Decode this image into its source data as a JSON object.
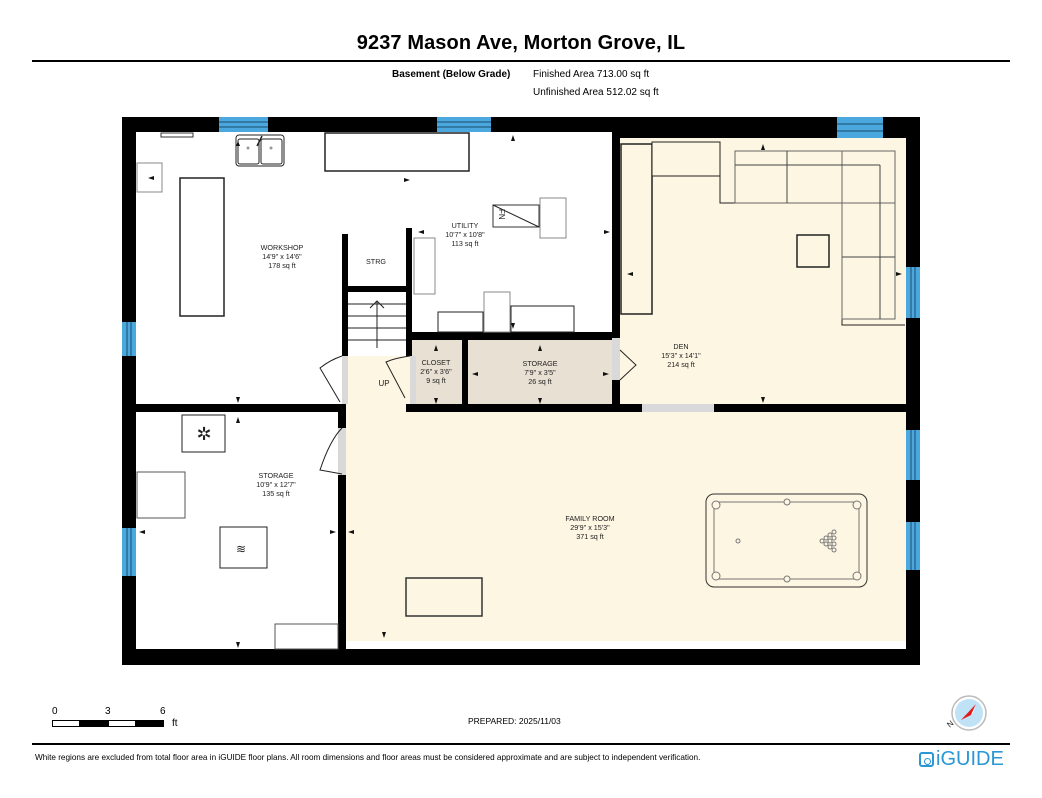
{
  "header": {
    "title": "9237 Mason Ave, Morton Grove, IL",
    "level": "Basement (Below Grade)",
    "finished_area": "Finished Area 713.00 sq ft",
    "unfinished_area": "Unfinished Area 512.02 sq ft"
  },
  "rooms": {
    "workshop": {
      "name": "WORKSHOP",
      "dims": "14'9\" x 14'6\"",
      "area": "178 sq ft"
    },
    "strg": {
      "name": "STRG"
    },
    "utility": {
      "name": "UTILITY",
      "dims": "10'7\" x 10'8\"",
      "area": "113 sq ft"
    },
    "den": {
      "name": "DEN",
      "dims": "15'3\" x 14'1\"",
      "area": "214 sq ft"
    },
    "closet": {
      "name": "CLOSET",
      "dims": "2'6\" x 3'6\"",
      "area": "9 sq ft"
    },
    "storage_small": {
      "name": "STORAGE",
      "dims": "7'9\" x 3'5\"",
      "area": "26 sq ft"
    },
    "storage_large": {
      "name": "STORAGE",
      "dims": "10'9\" x 12'7\"",
      "area": "135 sq ft"
    },
    "family_room": {
      "name": "FAMILY ROOM",
      "dims": "29'9\" x 15'3\"",
      "area": "371 sq ft"
    }
  },
  "labels": {
    "stairs": "UP",
    "furnace": "FN"
  },
  "scale": {
    "ticks": [
      "0",
      "3",
      "6"
    ],
    "unit": "ft"
  },
  "footer": {
    "prepared": "PREPARED: 2025/11/03",
    "disclaimer": "White regions are excluded from total floor area in iGUIDE floor plans. All room dimensions and floor areas must be considered approximate and are subject to independent verification.",
    "brand": "iGUIDE",
    "compass_label": "N"
  },
  "colors": {
    "wall": "#000000",
    "finished_floor": "#fdf6e3",
    "unfinished_floor": "#ffffff",
    "closet_floor": "#e8e0d2",
    "window": "#4aa8de",
    "doorway": "#d9d9d9",
    "brand": "#2a96d4",
    "compass_needle": "#e3191c"
  }
}
